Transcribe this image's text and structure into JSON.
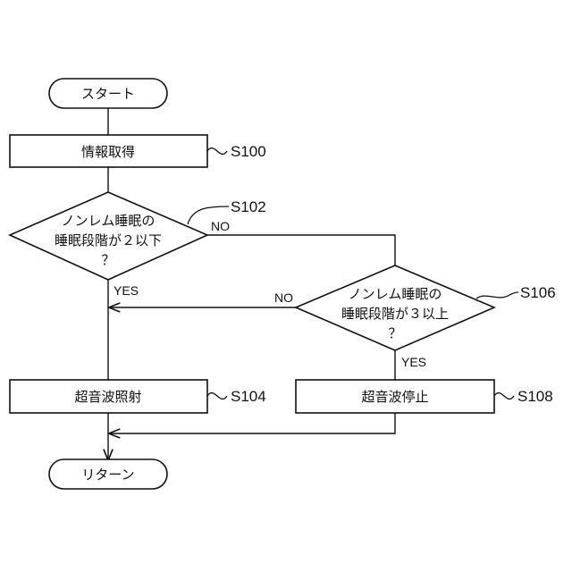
{
  "flowchart": {
    "start": {
      "label": "スタート"
    },
    "end": {
      "label": "リターン"
    },
    "steps": {
      "s100": {
        "id": "S100",
        "label": "情報取得"
      },
      "s102": {
        "id": "S102",
        "lines": [
          "ノンレム睡眠の",
          "睡眠段階が２以下",
          "？"
        ],
        "yes": "YES",
        "no": "NO"
      },
      "s104": {
        "id": "S104",
        "label": "超音波照射"
      },
      "s106": {
        "id": "S106",
        "lines": [
          "ノンレム睡眠の",
          "睡眠段階が３以上",
          "？"
        ],
        "yes": "YES",
        "no": "NO"
      },
      "s108": {
        "id": "S108",
        "label": "超音波停止"
      }
    }
  }
}
